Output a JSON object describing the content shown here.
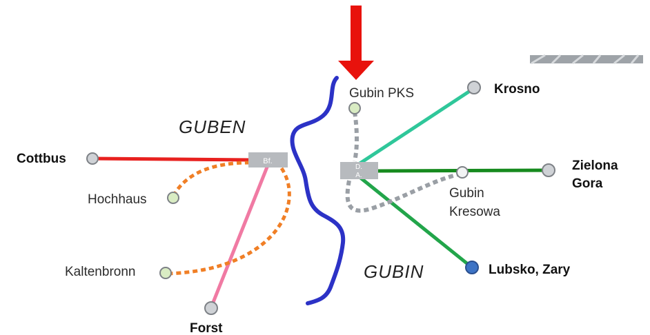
{
  "cities": {
    "guben": "GUBEN",
    "gubin": "GUBIN"
  },
  "stations": {
    "cottbus": "Cottbus",
    "hochhaus": "Hochhaus",
    "kaltenbronn": "Kaltenbronn",
    "forst": "Forst",
    "gubin_pks": "Gubin PKS",
    "krosno": "Krosno",
    "zielona_line1": "Zielona",
    "zielona_line2": "Gora",
    "gubin_kresowa_line1": "Gubin",
    "gubin_kresowa_line2": "Kresowa",
    "lubsko_zary": "Lubsko, Zary"
  },
  "hubs": {
    "guben_bf": "Bf.",
    "gubin_ba_line1": "D.",
    "gubin_ba_line2": "A."
  },
  "colors": {
    "arrow": "#e8120c",
    "river": "#2c32c6",
    "line_red": "#e8211f",
    "line_pink": "#f07aa3",
    "line_orange": "#f07f26",
    "line_teal": "#2fc79a",
    "line_green": "#168a1e",
    "line_green2": "#22a54a",
    "line_gray": "#9a9fa5",
    "station_fill": "#cfd2d6",
    "station_pale_green": "#d9ecc3",
    "station_blue": "#3d73c5",
    "hub_fill": "#b7babe"
  }
}
